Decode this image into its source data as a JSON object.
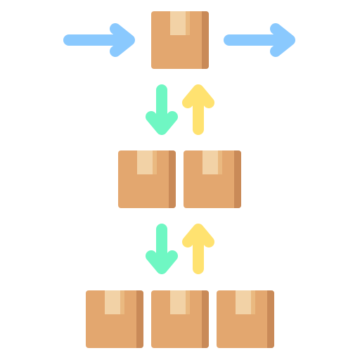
{
  "colors": {
    "background": "#ffffff",
    "box_face": "#e3a76f",
    "box_side": "#c98a58",
    "box_tape": "#f2d2a6",
    "box_tape_shadow": "#eab980",
    "arrow_blue": "#8ac9fe",
    "arrow_green": "#6ff7c3",
    "arrow_yellow": "#ffe270"
  },
  "icons": {
    "box": "cardboard-box-icon",
    "arrow_right": "arrow-right-icon",
    "arrow_down": "arrow-down-icon",
    "arrow_up": "arrow-up-icon"
  },
  "rows": [
    {
      "box_count": 1
    },
    {
      "box_count": 2
    },
    {
      "box_count": 3
    }
  ]
}
